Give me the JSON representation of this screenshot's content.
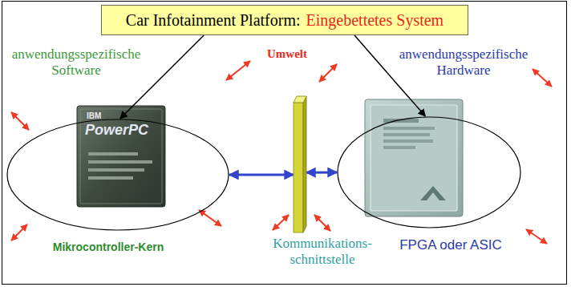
{
  "diagram": {
    "nodes": [
      {
        "text": [
          "Car Infotainment Platform:",
          "Eingebettetes System"
        ]
      },
      {
        "text": [
          "anwendungsspezifische Software",
          "Mikrocontroller-Kern"
        ]
      },
      {
        "text": [
          "Kommunikations- schnittstelle"
        ]
      },
      {
        "text": [
          "anwendungsspezifische Hardware",
          "FPGA oder ASIC"
        ]
      }
    ],
    "edges": [
      {
        "from": 0,
        "to": 1,
        "arrow": "to"
      },
      {
        "from": 0,
        "to": 3,
        "arrow": "to"
      },
      {
        "from": 1,
        "to": 2,
        "arrow": "both"
      },
      {
        "from": 2,
        "to": 3,
        "arrow": "both"
      }
    ],
    "labels": [
      "Umwelt",
      "IBM",
      "PowerPC"
    ]
  }
}
